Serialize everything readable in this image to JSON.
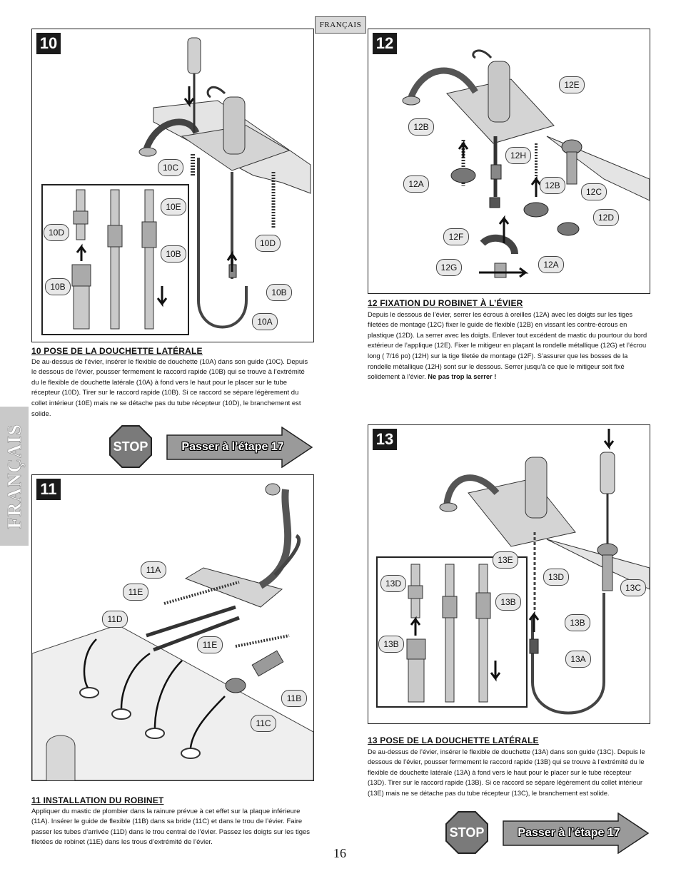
{
  "language_tab": "FRANÇAIS",
  "side_tab": "FRANÇAIS",
  "page_number": "16",
  "step10": {
    "number": "10",
    "callouts": [
      "10C",
      "10E",
      "10D",
      "10B",
      "10D",
      "10B",
      "10B",
      "10A"
    ],
    "title": "10  POSE DE LA DOUCHETTE LATÉRALE",
    "body": "De au-dessus de l’évier, insérer le flexible de douchette (10A) dans son guide (10C). Depuis le dessous de l’évier, pousser fermement le raccord rapide (10B) qui se trouve à l’extrémité du le flexible de douchette latérale (10A) à fond vers le haut pour le placer sur le tube récepteur (10D). Tirer sur le raccord rapide (10B). Si ce raccord se sépare légèrement du collet intérieur (10E) mais ne se détache pas du tube récepteur (10D), le branchement est solide."
  },
  "step11": {
    "number": "11",
    "callouts": [
      "11A",
      "11E",
      "11D",
      "11E",
      "11B",
      "11C"
    ],
    "title": "11   INSTALLATION DU ROBINET",
    "body": "Appliquer du mastic de plombier dans la rainure prévue à cet effet sur la plaque inférieure (11A). Insérer le guide de flexible (11B) dans sa bride (11C) et dans le trou de l’évier. Faire passer les tubes d’arrivée (11D) dans le trou central de l’évier. Passez les doigts sur les tiges filetées de robinet (11E) dans les trous d’extrémité de l’évier."
  },
  "step12": {
    "number": "12",
    "callouts": [
      "12E",
      "12B",
      "12H",
      "12A",
      "12B",
      "12C",
      "12D",
      "12F",
      "12G",
      "12A"
    ],
    "title": "12  FIXATION DU ROBINET À L’ÉVIER",
    "body": "Depuis le dessous de l’évier, serrer les écrous à oreilles (12A) avec les doigts sur les tiges filetées de montage (12C) fixer le guide de flexible (12B) en vissant les contre-écrous en plastique (12D). La serrer avec les doigts. Enlever tout excédent de mastic du pourtour du bord extérieur de l’applique (12E). Fixer le mitigeur en plaçant la rondelle métallique (12G) et l’écrou long ( 7/16 po) (12H) sur la tige filetée de montage (12F). S’assurer que les bosses de la rondelle métallique (12H) sont sur le dessous. Serrer jusqu’à ce que le mitigeur soit fixé solidement à l’évier.",
    "warning": "Ne pas trop la serrer !"
  },
  "step13": {
    "number": "13",
    "callouts": [
      "13E",
      "13D",
      "13D",
      "13C",
      "13B",
      "13B",
      "13B",
      "13A"
    ],
    "title": "13  POSE DE LA DOUCHETTE LATÉRALE",
    "body": "De au-dessus de l’évier, insérer le flexible de douchette (13A) dans son guide (13C). Depuis le dessous de l’évier, pousser fermement le raccord rapide (13B) qui se trouve à l’extrémité du le flexible de douchette latérale (13A) à fond vers le haut pour le placer sur le tube récepteur (13D). Tirer sur le raccord rapide (13B). Si ce raccord se sépare légèrement du collet intérieur (13E) mais ne se détache pas du tube récepteur (13C), le branchement est solide."
  },
  "stop_label": "STOP",
  "goto_label": "Passer à l’étape 17",
  "colors": {
    "stop_red": "#7a7a7a",
    "arrow_fill": "#9a9a9a",
    "side_tab": "#c9c9c9",
    "badge": "#1a1a1a"
  }
}
